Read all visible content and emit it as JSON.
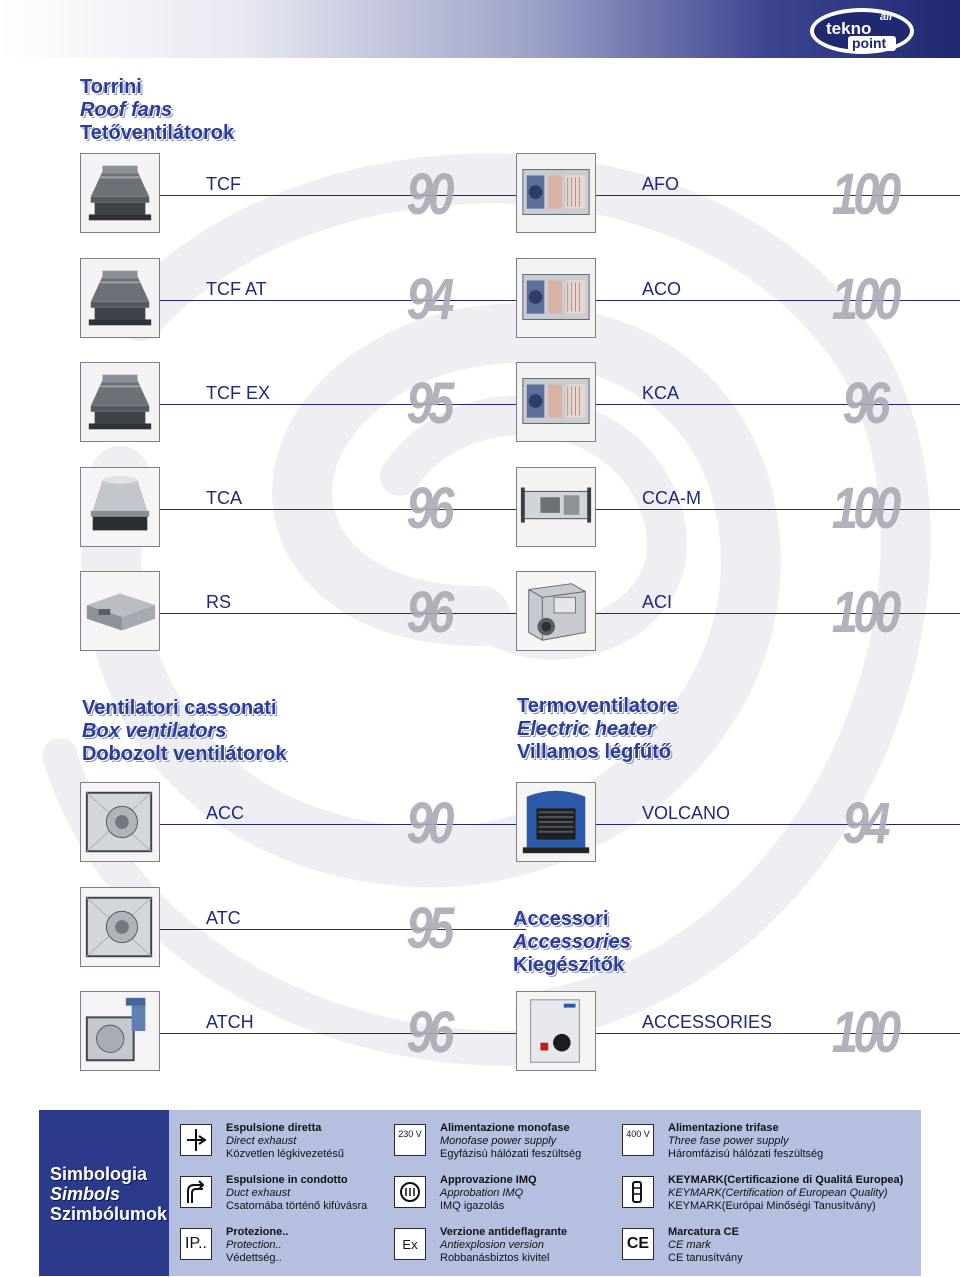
{
  "brand": {
    "logo_top": "air",
    "logo_main": "tekno",
    "logo_sub": "point"
  },
  "sections": {
    "roof_fans": [
      "Torrini",
      "Roof fans",
      "Tetőventilátorok"
    ],
    "box_ventilators": [
      "Ventilatori cassonati",
      "Box ventilators",
      "Dobozolt ventilátorok"
    ],
    "electric_heater": [
      "Termoventilatore",
      "Electric heater",
      "Villamos légfűtő"
    ],
    "accessories": [
      "Accessori",
      "Accessories",
      "Kiegészítők"
    ]
  },
  "products": {
    "tcf": {
      "name": "TCF",
      "page": "90",
      "image": "roof-fan-image"
    },
    "tcf_at": {
      "name": "TCF AT",
      "page": "94",
      "image": "roof-fan-image"
    },
    "tcf_ex": {
      "name": "TCF EX",
      "page": "95",
      "image": "roof-fan-image"
    },
    "tca": {
      "name": "TCA",
      "page": "96",
      "image": "roof-fan-silver-image"
    },
    "rs": {
      "name": "RS",
      "page": "96",
      "image": "roof-box-fan-image"
    },
    "afo": {
      "name": "AFO",
      "page": "100",
      "image": "air-handling-unit-image"
    },
    "aco": {
      "name": "ACO",
      "page": "100",
      "image": "air-handling-unit-image"
    },
    "kca": {
      "name": "KCA",
      "page": "96",
      "image": "air-handling-unit-image"
    },
    "cca_m": {
      "name": "CCA-M",
      "page": "100",
      "image": "duct-unit-image"
    },
    "aci": {
      "name": "ACI",
      "page": "100",
      "image": "insulated-box-fan-image"
    },
    "acc": {
      "name": "ACC",
      "page": "90",
      "image": "box-ventilator-image"
    },
    "atc": {
      "name": "ATC",
      "page": "95",
      "image": "box-ventilator-image"
    },
    "atch": {
      "name": "ATCH",
      "page": "96",
      "image": "box-ventilator-motor-image"
    },
    "volcano": {
      "name": "VOLCANO",
      "page": "94",
      "image": "electric-heater-image"
    },
    "accessories": {
      "name": "ACCESSORIES",
      "page": "100",
      "image": "control-box-image"
    }
  },
  "legend": {
    "title": [
      "Simbologia",
      "Simbols",
      "Szimbólumok"
    ],
    "symbols": {
      "direct_exhaust": {
        "icon": "direct-exhaust-icon",
        "lines": [
          "Espulsione diretta",
          "Direct exhaust",
          "Közvetlen légkivezetésű"
        ]
      },
      "duct_exhaust": {
        "icon": "duct-exhaust-icon",
        "lines": [
          "Espulsione in condotto",
          "Duct exhaust",
          "Csatornába történő kifúvásra"
        ]
      },
      "protection": {
        "icon": "ip-protection-icon",
        "label": "IP..",
        "lines": [
          "Protezione..",
          "Protection..",
          "Védettség.."
        ]
      },
      "monofase": {
        "icon": "plug-230v-icon",
        "label": "230 V",
        "lines": [
          "Alimentazione monofase",
          "Monofase power supply",
          "Egyfázisú hálózati feszültség"
        ]
      },
      "imq": {
        "icon": "imq-icon",
        "lines": [
          "Approvazione IMQ",
          "Approbation IMQ",
          "IMQ igazolás"
        ]
      },
      "antiexplosion": {
        "icon": "ex-icon",
        "label": "Ex",
        "lines": [
          "Verzione antideflagrante",
          "Antiexplosion version",
          "Robbanásbiztos kivitel"
        ]
      },
      "trifase": {
        "icon": "plug-400v-icon",
        "label": "400 V",
        "lines": [
          "Alimentazione trifase",
          "Three fase power supply",
          "Háromfázisú hálózati feszültség"
        ]
      },
      "keymark": {
        "icon": "keymark-icon",
        "lines": [
          "KEYMARK(Certificazione di Qualitá Europea)",
          "KEYMARK(Certification of European Quality)",
          "KEYMARK(Európai Minőségi Tanusítvány)"
        ]
      },
      "ce": {
        "icon": "ce-mark-icon",
        "label": "CE",
        "lines": [
          "Marcatura CE",
          "CE mark",
          "CE tanusítvány"
        ]
      }
    }
  },
  "colors": {
    "navy": "#2b3a8a",
    "heading_blue": "#2c3d96",
    "legend_bg": "#b5c0e0",
    "page_number_grey": "#a9aab4"
  }
}
